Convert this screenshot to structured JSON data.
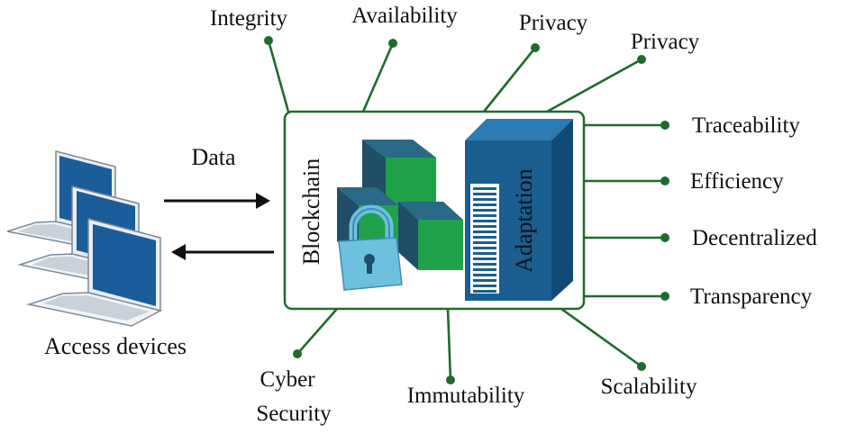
{
  "devices": {
    "label": "Access devices"
  },
  "flow": {
    "label": "Data"
  },
  "core": {
    "blockchain_label": "Blockchain",
    "adaptation_label": "Adaptation"
  },
  "properties": {
    "top": [
      "Integrity",
      "Availability",
      "Privacy",
      "Privacy"
    ],
    "right": [
      "Traceability",
      "Efficiency",
      "Decentralized",
      "Transparency"
    ],
    "bottom": {
      "cyber_line1": "Cyber",
      "cyber_line2": "Security",
      "immutability": "Immutability",
      "scalability": "Scalability"
    }
  },
  "colors": {
    "connector": "#1e6b2e",
    "cube_green": "#1fa24a",
    "cube_navy": "#1f4e66",
    "server_blue": "#1a5f8f",
    "lock": "#6ec0df",
    "laptop_screen": "#1a5d9a"
  }
}
